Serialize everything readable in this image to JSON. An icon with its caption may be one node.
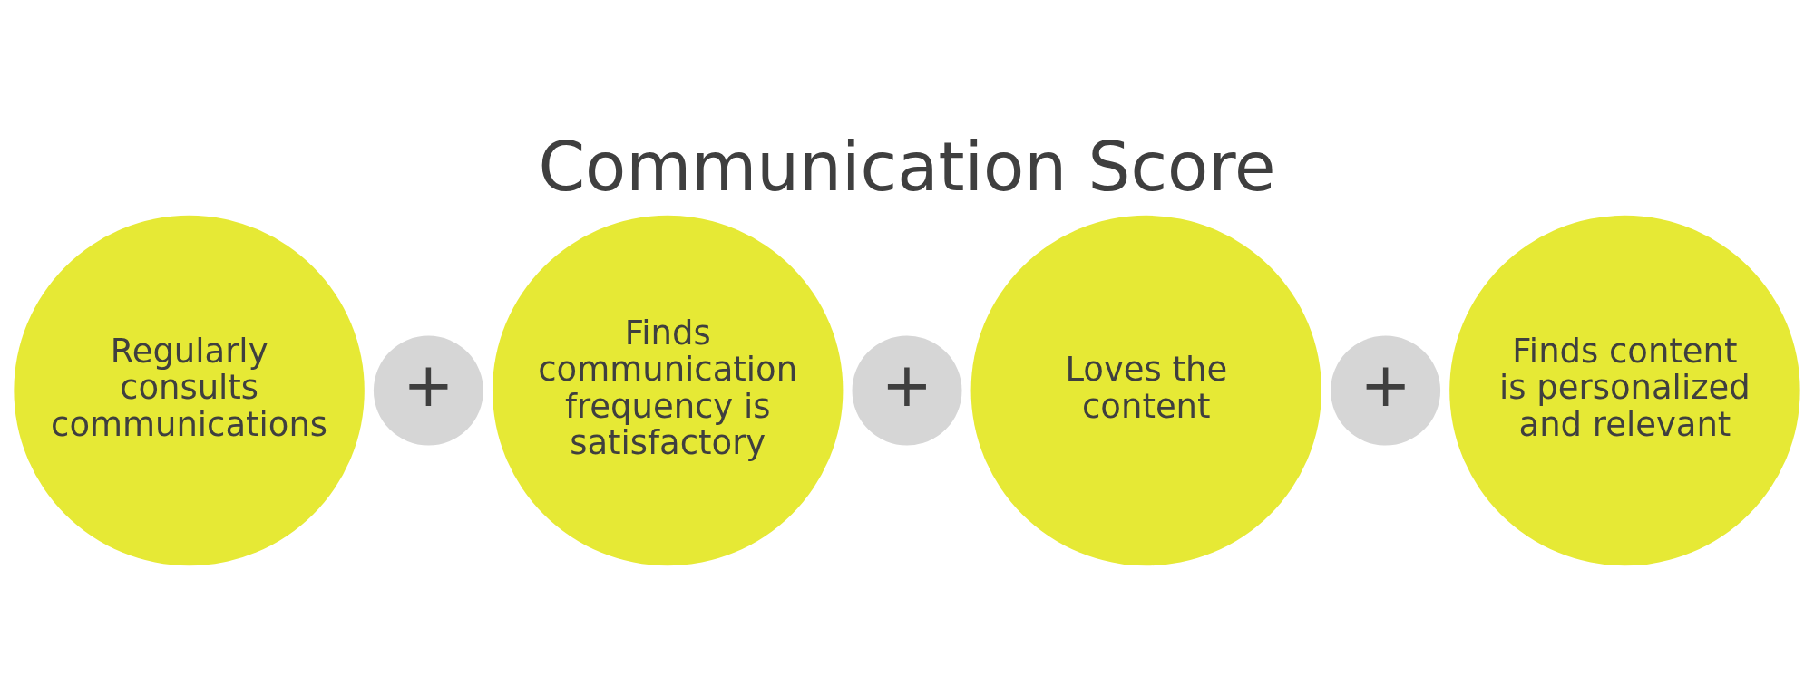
{
  "diagram": {
    "title": "Communication Score",
    "nodes": [
      {
        "text": [
          "Regularly consults communications"
        ]
      },
      {
        "text": [
          "+"
        ]
      },
      {
        "text": [
          "Finds communication frequency is satisfactory"
        ]
      },
      {
        "text": [
          "+"
        ]
      },
      {
        "text": [
          "Loves the content"
        ]
      },
      {
        "text": [
          "+"
        ]
      },
      {
        "text": [
          "Finds content is personalized and relevant"
        ]
      }
    ]
  }
}
